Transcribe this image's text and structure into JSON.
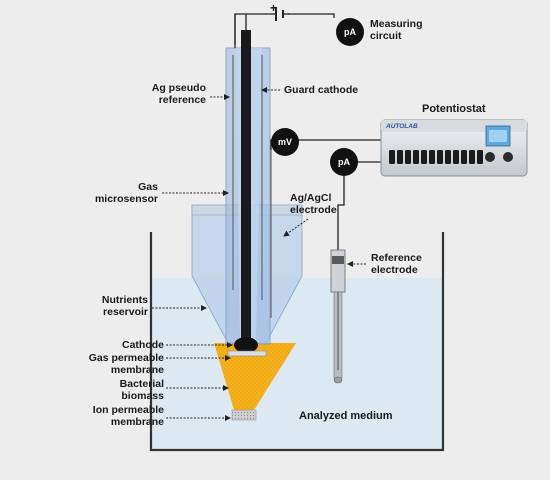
{
  "labels": {
    "measuring_circuit": "Measuring\ncircuit",
    "pa_circuit": "pA",
    "plus": "+",
    "ag_pseudo_reference": "Ag pseudo\nreference",
    "guard_cathode": "Guard cathode",
    "potentiostat": "Potentiostat",
    "autolab": "AUTOLAB",
    "mv": "mV",
    "pa_potentiostat": "pA",
    "gas_microsensor": "Gas\nmicrosensor",
    "ag_agcl_electrode": "Ag/AgCl\nelectrode",
    "reference_electrode": "Reference\nelectrode",
    "nutrients_reservoir": "Nutrients\nreservoir",
    "cathode": "Cathode",
    "gas_permeable_membrane": "Gas permeable\nmembrane",
    "bacterial_biomass": "Bacterial\nbiomass",
    "ion_permeable_membrane": "Ion permeable\nmembrane",
    "analyzed_medium": "Analyzed medium"
  },
  "colors": {
    "background": "#ededed",
    "medium": "#dce8f2",
    "glass": "#aec7e6",
    "biomass": "#f7b21b",
    "wire": "#222222",
    "instrument": "#c9ced4",
    "screen": "#5aa9dc"
  }
}
